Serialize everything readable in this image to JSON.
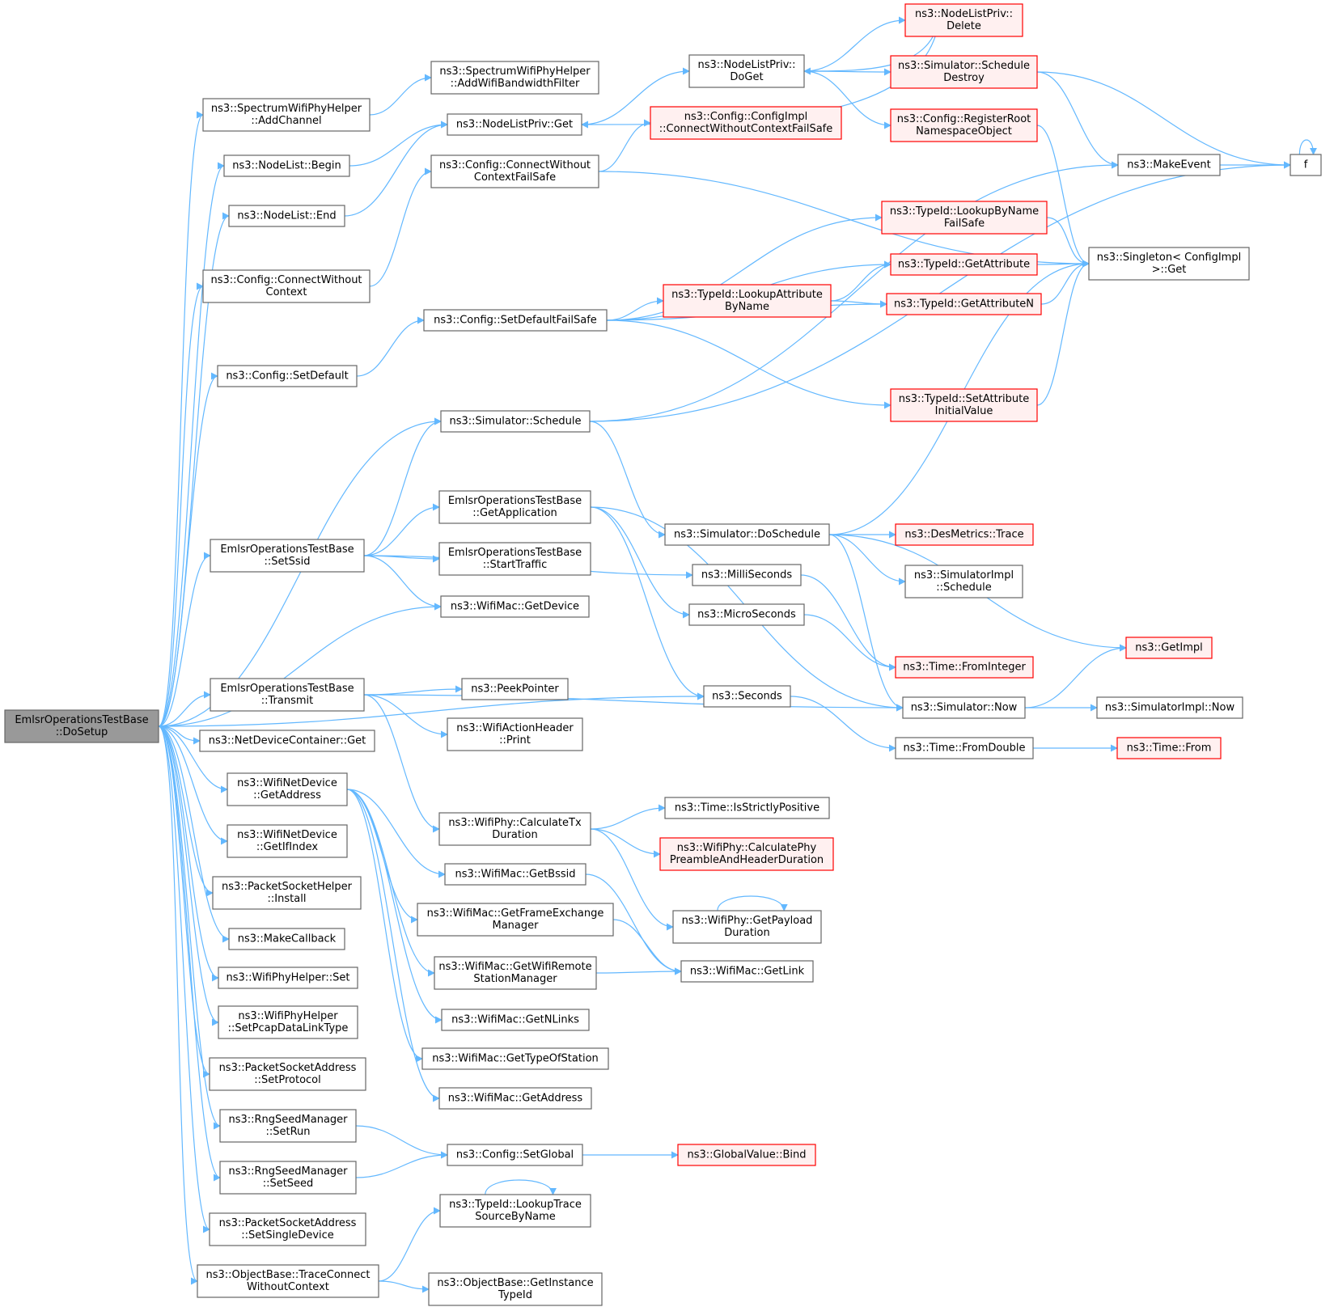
{
  "colors": {
    "edge": "#63b8ff",
    "root_fill": "#999999",
    "root_stroke": "#666666",
    "normal_fill": "#ffffff",
    "normal_stroke": "#666666",
    "red_fill": "#fff0f0",
    "red_stroke": "#ff0000",
    "text": "#000000"
  },
  "nodes": [
    {
      "id": "root",
      "lines": [
        "EmlsrOperationsTestBase",
        "::DoSetup"
      ],
      "style": "root"
    },
    {
      "id": "addChannel",
      "lines": [
        "ns3::SpectrumWifiPhyHelper",
        "::AddChannel"
      ],
      "style": "normal"
    },
    {
      "id": "nlBegin",
      "lines": [
        "ns3::NodeList::Begin"
      ],
      "style": "normal"
    },
    {
      "id": "nlEnd",
      "lines": [
        "ns3::NodeList::End"
      ],
      "style": "normal"
    },
    {
      "id": "connWoCtx",
      "lines": [
        "ns3::Config::ConnectWithout",
        "Context"
      ],
      "style": "normal"
    },
    {
      "id": "setDefault",
      "lines": [
        "ns3::Config::SetDefault"
      ],
      "style": "normal"
    },
    {
      "id": "setSsid",
      "lines": [
        "EmlsrOperationsTestBase",
        "::SetSsid"
      ],
      "style": "normal"
    },
    {
      "id": "transmit",
      "lines": [
        "EmlsrOperationsTestBase",
        "::Transmit"
      ],
      "style": "normal"
    },
    {
      "id": "ndcGet",
      "lines": [
        "ns3::NetDeviceContainer::Get"
      ],
      "style": "normal"
    },
    {
      "id": "wndGetAddress",
      "lines": [
        "ns3::WifiNetDevice",
        "::GetAddress"
      ],
      "style": "normal"
    },
    {
      "id": "wndGetIfIndex",
      "lines": [
        "ns3::WifiNetDevice",
        "::GetIfIndex"
      ],
      "style": "normal"
    },
    {
      "id": "pshInstall",
      "lines": [
        "ns3::PacketSocketHelper",
        "::Install"
      ],
      "style": "normal"
    },
    {
      "id": "makeCallback",
      "lines": [
        "ns3::MakeCallback"
      ],
      "style": "normal"
    },
    {
      "id": "wphSet",
      "lines": [
        "ns3::WifiPhyHelper::Set"
      ],
      "style": "normal"
    },
    {
      "id": "wphPcap",
      "lines": [
        "ns3::WifiPhyHelper",
        "::SetPcapDataLinkType"
      ],
      "style": "normal"
    },
    {
      "id": "psaSetProtocol",
      "lines": [
        "ns3::PacketSocketAddress",
        "::SetProtocol"
      ],
      "style": "normal"
    },
    {
      "id": "rngSetRun",
      "lines": [
        "ns3::RngSeedManager",
        "::SetRun"
      ],
      "style": "normal"
    },
    {
      "id": "rngSetSeed",
      "lines": [
        "ns3::RngSeedManager",
        "::SetSeed"
      ],
      "style": "normal"
    },
    {
      "id": "psaSetSingle",
      "lines": [
        "ns3::PacketSocketAddress",
        "::SetSingleDevice"
      ],
      "style": "normal"
    },
    {
      "id": "traceConnect",
      "lines": [
        "ns3::ObjectBase::TraceConnect",
        "WithoutContext"
      ],
      "style": "normal"
    },
    {
      "id": "addBwFilter",
      "lines": [
        "ns3::SpectrumWifiPhyHelper",
        "::AddWifiBandwidthFilter"
      ],
      "style": "normal"
    },
    {
      "id": "nlpGet",
      "lines": [
        "ns3::NodeListPriv::Get"
      ],
      "style": "normal"
    },
    {
      "id": "connWoCtxFS",
      "lines": [
        "ns3::Config::ConnectWithout",
        "ContextFailSafe"
      ],
      "style": "normal"
    },
    {
      "id": "setDefaultFS",
      "lines": [
        "ns3::Config::SetDefaultFailSafe"
      ],
      "style": "normal"
    },
    {
      "id": "simSchedule",
      "lines": [
        "ns3::Simulator::Schedule"
      ],
      "style": "normal"
    },
    {
      "id": "getApplication",
      "lines": [
        "EmlsrOperationsTestBase",
        "::GetApplication"
      ],
      "style": "normal"
    },
    {
      "id": "startTraffic",
      "lines": [
        "EmlsrOperationsTestBase",
        "::StartTraffic"
      ],
      "style": "normal"
    },
    {
      "id": "macGetDevice",
      "lines": [
        "ns3::WifiMac::GetDevice"
      ],
      "style": "normal"
    },
    {
      "id": "peekPointer",
      "lines": [
        "ns3::PeekPointer"
      ],
      "style": "normal"
    },
    {
      "id": "actionPrint",
      "lines": [
        "ns3::WifiActionHeader",
        "::Print"
      ],
      "style": "normal"
    },
    {
      "id": "calcTx",
      "lines": [
        "ns3::WifiPhy::CalculateTx",
        "Duration"
      ],
      "style": "normal"
    },
    {
      "id": "macGetBssid",
      "lines": [
        "ns3::WifiMac::GetBssid"
      ],
      "style": "normal"
    },
    {
      "id": "macGetFem",
      "lines": [
        "ns3::WifiMac::GetFrameExchange",
        "Manager"
      ],
      "style": "normal"
    },
    {
      "id": "macGetRsm",
      "lines": [
        "ns3::WifiMac::GetWifiRemote",
        "StationManager"
      ],
      "style": "normal"
    },
    {
      "id": "macGetNLinks",
      "lines": [
        "ns3::WifiMac::GetNLinks"
      ],
      "style": "normal"
    },
    {
      "id": "macGetType",
      "lines": [
        "ns3::WifiMac::GetTypeOfStation"
      ],
      "style": "normal"
    },
    {
      "id": "macGetAddress",
      "lines": [
        "ns3::WifiMac::GetAddress"
      ],
      "style": "normal"
    },
    {
      "id": "setGlobal",
      "lines": [
        "ns3::Config::SetGlobal"
      ],
      "style": "normal"
    },
    {
      "id": "lookupTrace",
      "lines": [
        "ns3::TypeId::LookupTrace",
        "SourceByName"
      ],
      "style": "normal"
    },
    {
      "id": "getInstanceTid",
      "lines": [
        "ns3::ObjectBase::GetInstance",
        "TypeId"
      ],
      "style": "normal"
    },
    {
      "id": "nlpDoGet",
      "lines": [
        "ns3::NodeListPriv::",
        "DoGet"
      ],
      "style": "normal"
    },
    {
      "id": "ciConnFS",
      "lines": [
        "ns3::Config::ConfigImpl",
        "::ConnectWithoutContextFailSafe"
      ],
      "style": "red"
    },
    {
      "id": "lookupAttr",
      "lines": [
        "ns3::TypeId::LookupAttribute",
        "ByName"
      ],
      "style": "red"
    },
    {
      "id": "doSchedule",
      "lines": [
        "ns3::Simulator::DoSchedule"
      ],
      "style": "normal"
    },
    {
      "id": "milliSeconds",
      "lines": [
        "ns3::MilliSeconds"
      ],
      "style": "normal"
    },
    {
      "id": "microSeconds",
      "lines": [
        "ns3::MicroSeconds"
      ],
      "style": "normal"
    },
    {
      "id": "seconds",
      "lines": [
        "ns3::Seconds"
      ],
      "style": "normal"
    },
    {
      "id": "isStrictlyPos",
      "lines": [
        "ns3::Time::IsStrictlyPositive"
      ],
      "style": "normal"
    },
    {
      "id": "calcPhyPreamble",
      "lines": [
        "ns3::WifiPhy::CalculatePhy",
        "PreambleAndHeaderDuration"
      ],
      "style": "red"
    },
    {
      "id": "getPayloadDur",
      "lines": [
        "ns3::WifiPhy::GetPayload",
        "Duration"
      ],
      "style": "normal"
    },
    {
      "id": "macGetLink",
      "lines": [
        "ns3::WifiMac::GetLink"
      ],
      "style": "normal"
    },
    {
      "id": "gvBind",
      "lines": [
        "ns3::GlobalValue::Bind"
      ],
      "style": "red"
    },
    {
      "id": "nlpDelete",
      "lines": [
        "ns3::NodeListPriv::",
        "Delete"
      ],
      "style": "red"
    },
    {
      "id": "schedDestroy",
      "lines": [
        "ns3::Simulator::Schedule",
        "Destroy"
      ],
      "style": "red"
    },
    {
      "id": "regRootNs",
      "lines": [
        "ns3::Config::RegisterRoot",
        "NamespaceObject"
      ],
      "style": "red"
    },
    {
      "id": "lookupByNameFS",
      "lines": [
        "ns3::TypeId::LookupByName",
        "FailSafe"
      ],
      "style": "red"
    },
    {
      "id": "tidGetAttr",
      "lines": [
        "ns3::TypeId::GetAttribute"
      ],
      "style": "red"
    },
    {
      "id": "tidGetAttrN",
      "lines": [
        "ns3::TypeId::GetAttributeN"
      ],
      "style": "red"
    },
    {
      "id": "setAttrInit",
      "lines": [
        "ns3::TypeId::SetAttribute",
        "InitialValue"
      ],
      "style": "red"
    },
    {
      "id": "desTrace",
      "lines": [
        "ns3::DesMetrics::Trace"
      ],
      "style": "red"
    },
    {
      "id": "simImplSchedule",
      "lines": [
        "ns3::SimulatorImpl",
        "::Schedule"
      ],
      "style": "normal"
    },
    {
      "id": "fromInteger",
      "lines": [
        "ns3::Time::FromInteger"
      ],
      "style": "red"
    },
    {
      "id": "simNow",
      "lines": [
        "ns3::Simulator::Now"
      ],
      "style": "normal"
    },
    {
      "id": "fromDouble",
      "lines": [
        "ns3::Time::FromDouble"
      ],
      "style": "normal"
    },
    {
      "id": "makeEvent",
      "lines": [
        "ns3::MakeEvent"
      ],
      "style": "normal"
    },
    {
      "id": "singletonGet",
      "lines": [
        "ns3::Singleton< ConfigImpl",
        ">::Get"
      ],
      "style": "normal"
    },
    {
      "id": "getImpl",
      "lines": [
        "ns3::GetImpl"
      ],
      "style": "red"
    },
    {
      "id": "simImplNow",
      "lines": [
        "ns3::SimulatorImpl::Now"
      ],
      "style": "normal"
    },
    {
      "id": "timeFrom",
      "lines": [
        "ns3::Time::From"
      ],
      "style": "red"
    },
    {
      "id": "f",
      "lines": [
        "f"
      ],
      "style": "normal"
    }
  ]
}
